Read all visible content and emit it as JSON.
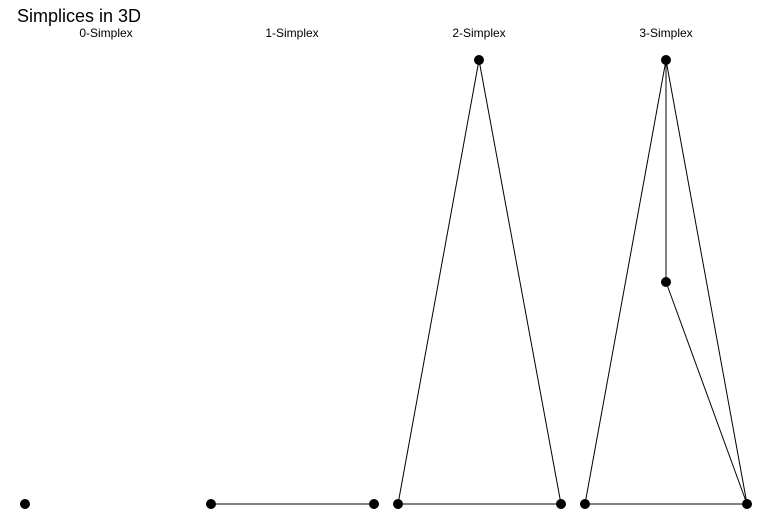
{
  "figure": {
    "title": "Simplices in 3D",
    "stroke_color": "#000000",
    "background": "#ffffff"
  },
  "panels": [
    {
      "title": "0-Simplex"
    },
    {
      "title": "1-Simplex"
    },
    {
      "title": "2-Simplex"
    },
    {
      "title": "3-Simplex"
    }
  ]
}
